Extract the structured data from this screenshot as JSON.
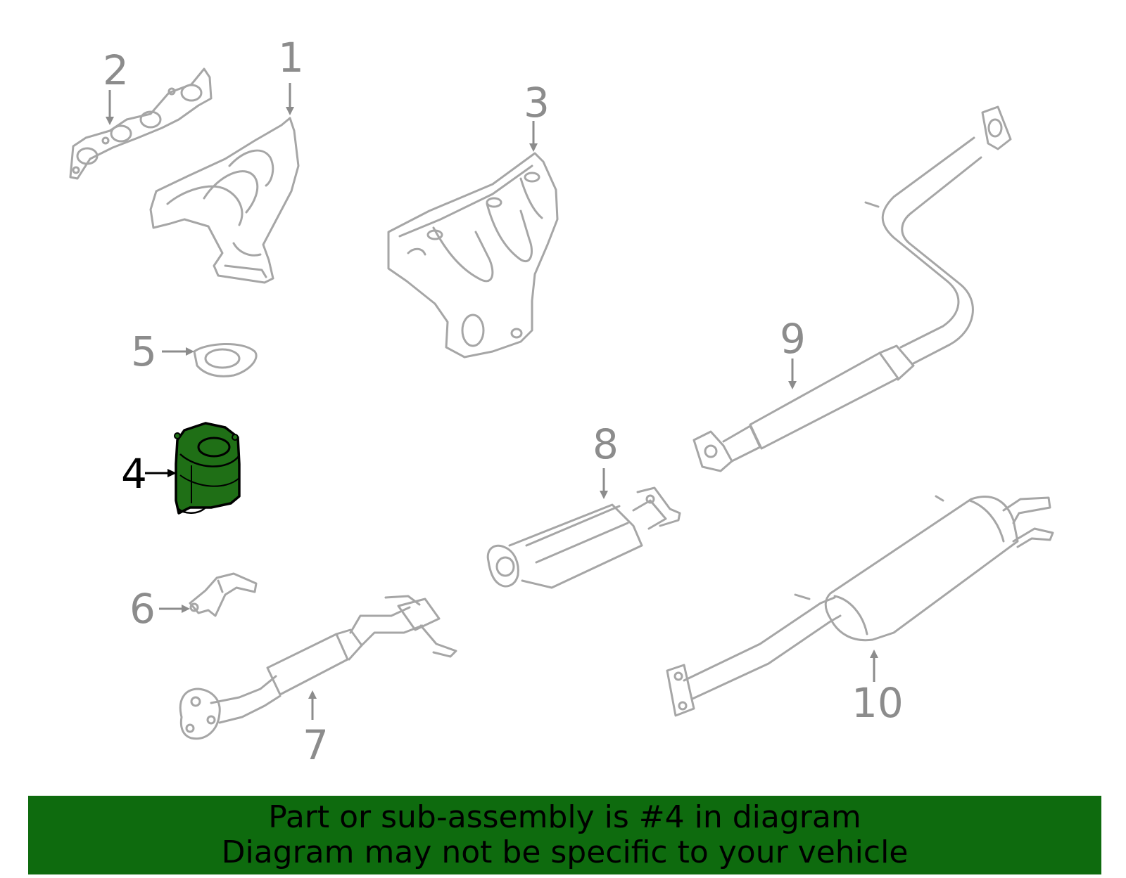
{
  "callouts": {
    "c1": "1",
    "c2": "2",
    "c3": "3",
    "c4": "4",
    "c5": "5",
    "c6": "6",
    "c7": "7",
    "c8": "8",
    "c9": "9",
    "c10": "10"
  },
  "banner": {
    "line1": "Part or sub-assembly is #4 in diagram",
    "line2": "Diagram may not be specific to your vehicle"
  },
  "colors": {
    "highlight_part": "#1f6f16",
    "banner_background": "#0e6b0e",
    "line_art": "#a6a6a6",
    "callout_text": "#8c8c8c"
  },
  "highlighted_callout": "4"
}
